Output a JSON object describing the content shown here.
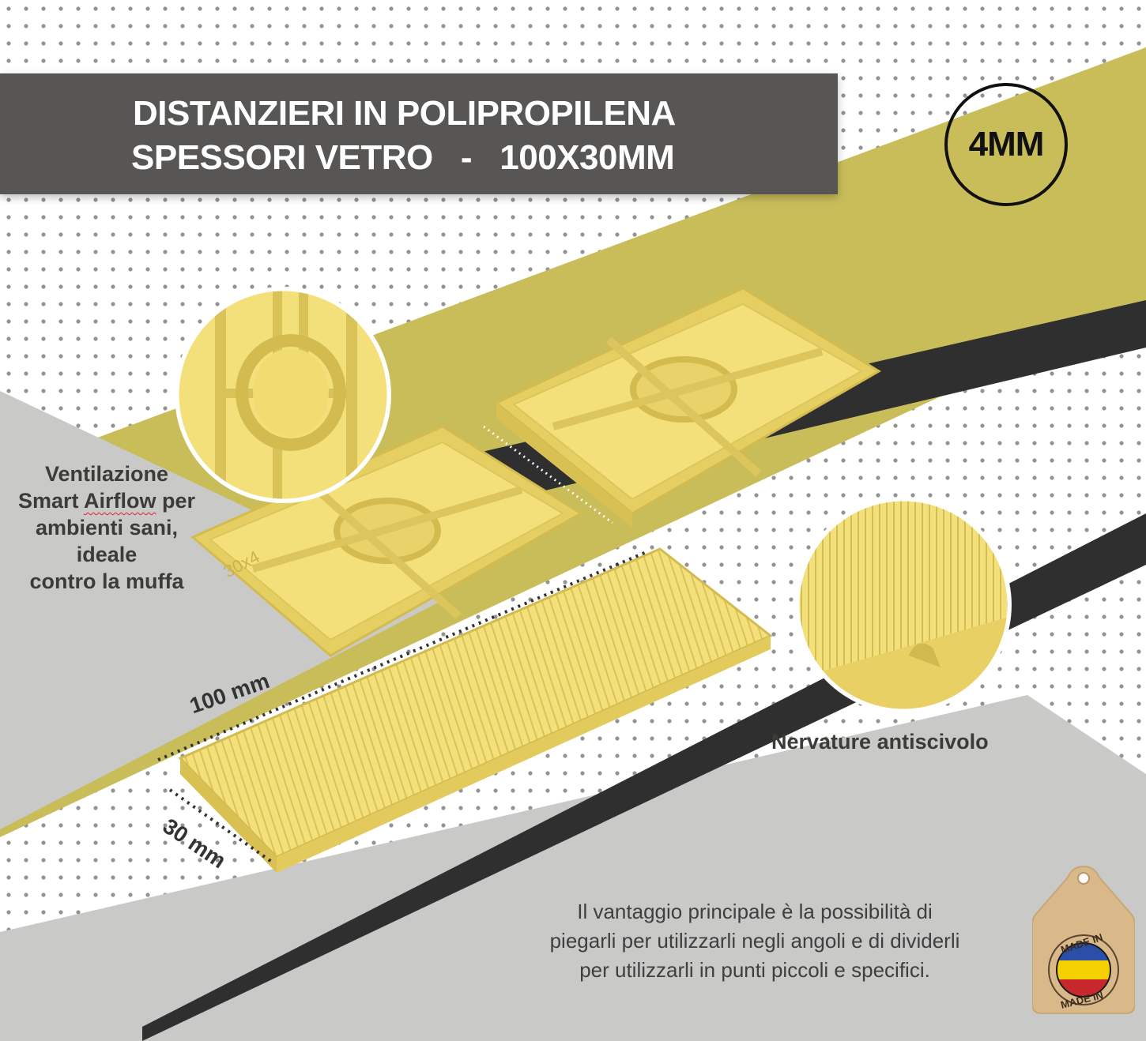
{
  "header": {
    "title_line1": "DISTANZIERI IN POLIPROPILENA",
    "title_line2": "SPESSORI VETRO   -   100X30MM"
  },
  "badge": {
    "thickness": "4MM"
  },
  "features": {
    "ventilation": {
      "line1": "Ventilazione",
      "line2_word1": "Smart",
      "line2_word2": "Airflow",
      "line2_word3": "per",
      "line3": "ambienti sani,",
      "line4": "ideale",
      "line5": "contro la muffa"
    },
    "ribs": "Nervature antiscivolo"
  },
  "dimensions": {
    "length": "100 mm",
    "width": "30 mm"
  },
  "spacer_marking": "30x4",
  "advantage": {
    "line1": "Il vantaggio principale è la possibilità di",
    "line2": "piegarli per utilizzarli negli angoli e di dividerli",
    "line3": "per utilizzarli in punti piccoli e specifici."
  },
  "origin_tag": {
    "top_text": "MADE IN",
    "bottom_text": "MADE IN"
  },
  "colors": {
    "header_band": "#575654",
    "olive_band": "#c9bd5a",
    "dark_stripe": "#2f2f2f",
    "grey_area": "#c9c9c7",
    "spacer_yellow": "#f4e07a",
    "flag_blue": "#2b4fa8",
    "flag_yellow": "#f5d000",
    "flag_red": "#c8282d"
  }
}
